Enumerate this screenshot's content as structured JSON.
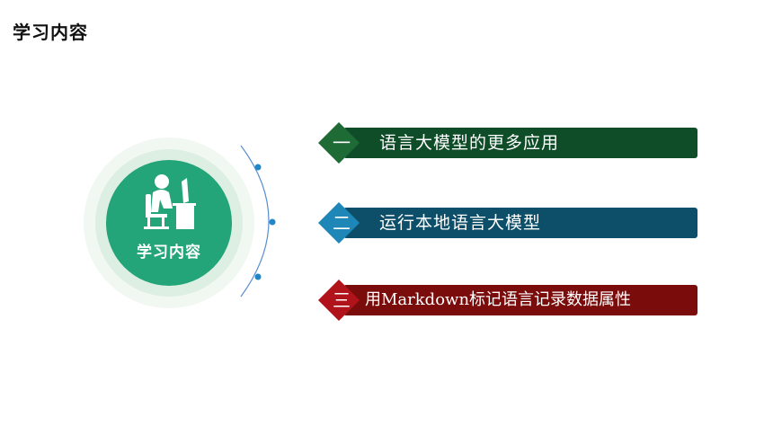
{
  "page": {
    "title": "学习内容"
  },
  "hero": {
    "label": "学习内容",
    "icon": "person-at-computer-icon"
  },
  "items": [
    {
      "num": "一",
      "text": "语言大模型的更多应用",
      "color": "#0e4d27",
      "accent": "#1e6b35"
    },
    {
      "num": "二",
      "text": "运行本地语言大模型",
      "color": "#0d4f69",
      "accent": "#1f86b8"
    },
    {
      "num": "三",
      "text": "用Markdown标记语言记录数据属性",
      "color": "#7a0c0c",
      "accent": "#b0141a"
    }
  ]
}
